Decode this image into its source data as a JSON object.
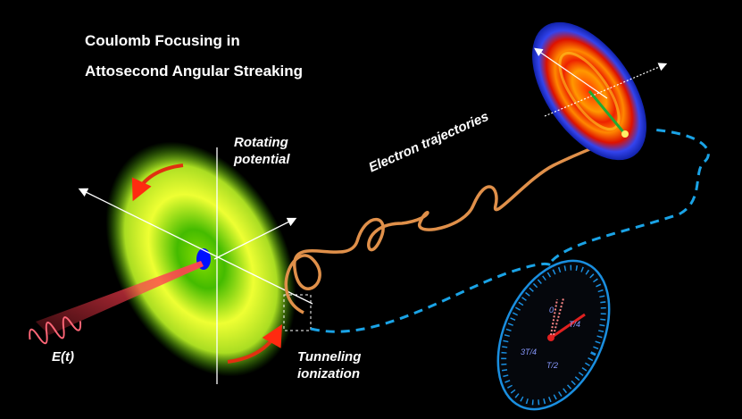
{
  "title": {
    "line1": "Coulomb Focusing in",
    "line2": "Attosecond Angular Streaking"
  },
  "labels": {
    "rotating_potential": [
      "Rotating",
      "potential"
    ],
    "electron_trajectories": "Electron trajectories",
    "tunneling_ionization": [
      "Tunneling",
      "ionization"
    ],
    "field": "E(t)"
  },
  "clock": {
    "marks": [
      "0",
      "T/4",
      "T/2",
      "3T/4"
    ]
  },
  "colors": {
    "potential_outer": "#33cc00",
    "potential_inner": "#ffff33",
    "core": "#0000ff",
    "dashed_path": "#1aa3e6",
    "arrow": "#e03010",
    "clock": "#1a8fe0"
  }
}
